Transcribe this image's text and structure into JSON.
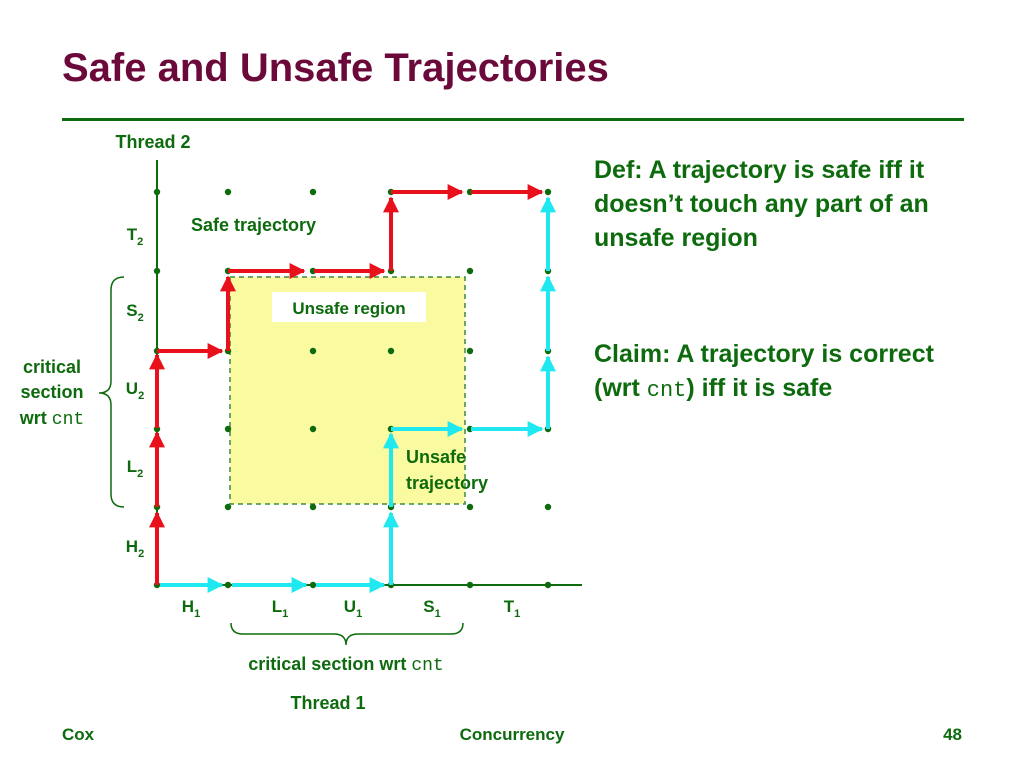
{
  "title": "Safe and Unsafe Trajectories",
  "diagram": {
    "thread2_label": "Thread 2",
    "thread1_label": "Thread 1",
    "y_ticks": [
      {
        "letter": "T",
        "sub": "2"
      },
      {
        "letter": "S",
        "sub": "2"
      },
      {
        "letter": "U",
        "sub": "2"
      },
      {
        "letter": "L",
        "sub": "2"
      },
      {
        "letter": "H",
        "sub": "2"
      }
    ],
    "x_ticks": [
      {
        "letter": "H",
        "sub": "1"
      },
      {
        "letter": "L",
        "sub": "1"
      },
      {
        "letter": "U",
        "sub": "1"
      },
      {
        "letter": "S",
        "sub": "1"
      },
      {
        "letter": "T",
        "sub": "1"
      }
    ],
    "safe_label": "Safe trajectory",
    "unsafe_region_label": "Unsafe region",
    "unsafe_traj_line1": "Unsafe",
    "unsafe_traj_line2": "trajectory",
    "crit_left_line1": "critical",
    "crit_left_line2": "section",
    "crit_left_wrt": "wrt ",
    "crit_var": "cnt",
    "crit_bottom_text": "critical section wrt "
  },
  "definition": {
    "text": "Def: A trajectory is safe iff it doesn’t touch any part of an unsafe region"
  },
  "claim": {
    "prefix": "Claim: A trajectory is correct (wrt ",
    "var": "cnt",
    "suffix": ") iff it is safe"
  },
  "footer": {
    "left": "Cox",
    "center": "Concurrency",
    "right": "48"
  },
  "colors": {
    "title": "#6b0a3a",
    "accent_green": "#0d6b0d",
    "safe_path": "#e8101a",
    "unsafe_path": "#20e8f0",
    "unsafe_region": "#fafaa0"
  }
}
